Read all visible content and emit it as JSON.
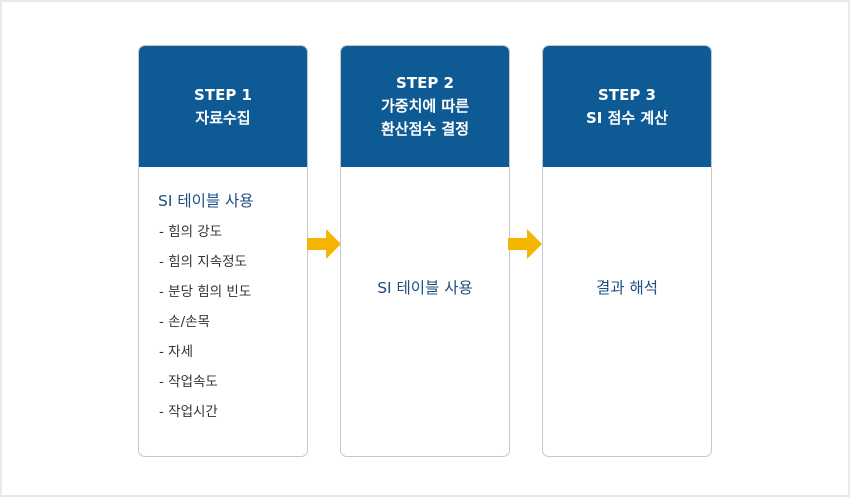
{
  "steps": [
    {
      "step_label": "STEP 1",
      "title": "자료수집",
      "body_title": "SI 테이블 사용",
      "items": [
        "- 힘의 강도",
        "- 힘의 지속정도",
        "- 분당 힘의 빈도",
        "- 손/손목",
        "- 자세",
        "- 작업속도",
        "- 작업시간"
      ]
    },
    {
      "step_label": "STEP 2",
      "title_line1": "가중치에 따른",
      "title_line2": "환산점수 결정",
      "body_text": "SI 테이블 사용"
    },
    {
      "step_label": "STEP 3",
      "title": "SI 점수 계산",
      "body_text": "결과 해석"
    }
  ],
  "colors": {
    "header": "#0e5a95",
    "body_text": "#1d4f84",
    "arrow": "#f5b400"
  },
  "icons": [
    "arrow-right-icon",
    "arrow-right-icon"
  ]
}
